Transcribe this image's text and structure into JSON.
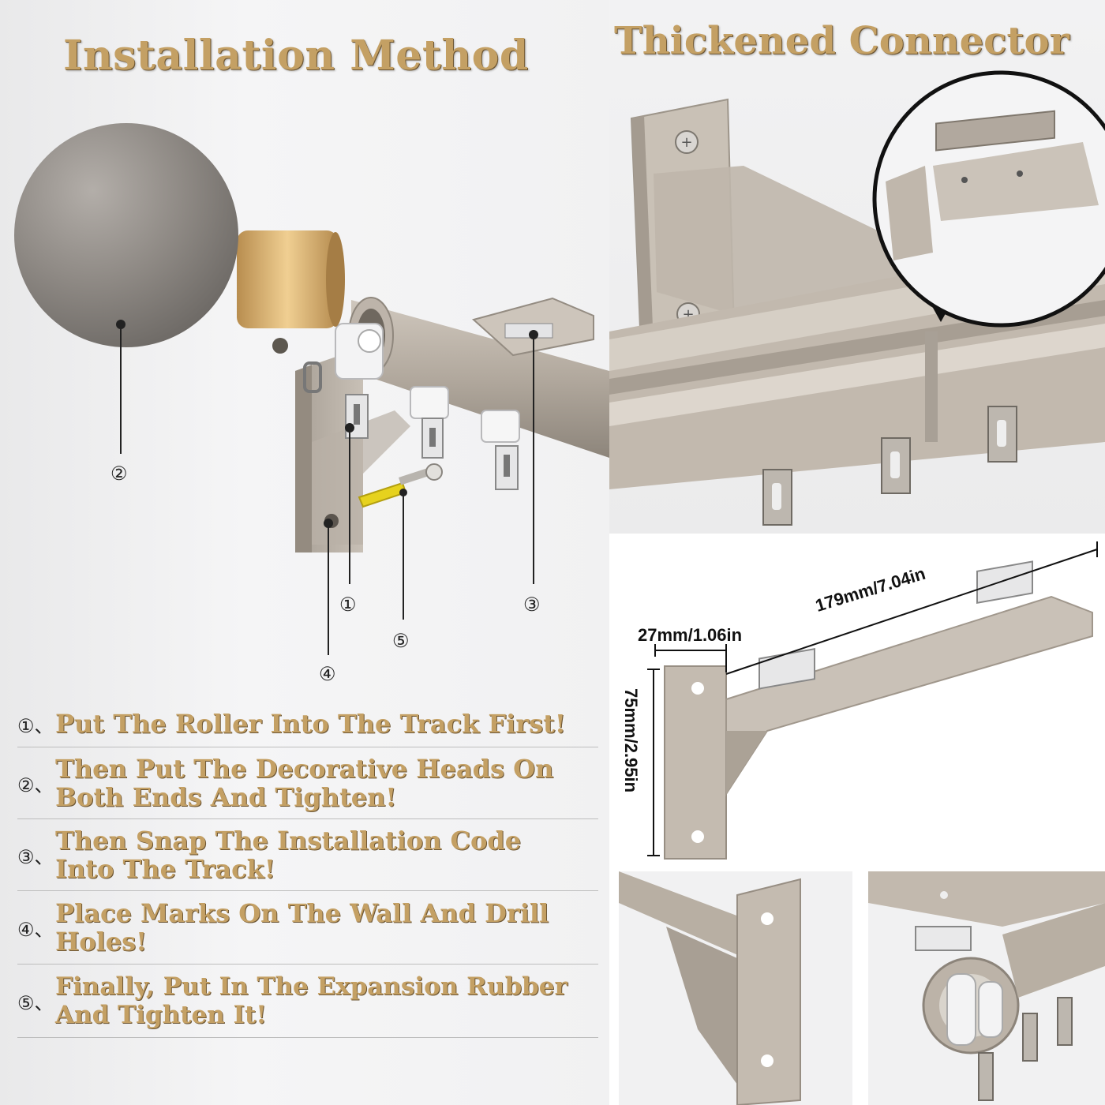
{
  "installation": {
    "title": "Installation Method",
    "callouts": [
      "①",
      "②",
      "③",
      "④",
      "⑤"
    ],
    "steps": [
      {
        "num": "①、",
        "text": "Put The Roller Into The Track First!"
      },
      {
        "num": "②、",
        "text": "Then Put The Decorative Heads On Both Ends And Tighten!"
      },
      {
        "num": "③、",
        "text": "Then Snap The Installation Code Into The Track!"
      },
      {
        "num": "④、",
        "text": "Place Marks On The Wall And Drill Holes!"
      },
      {
        "num": "⑤、",
        "text": "Finally, Put In The Expansion Rubber And Tighten It!"
      }
    ]
  },
  "connector": {
    "title": "Thickened  Connector"
  },
  "dimensions": {
    "width": "27mm/1.06in",
    "length": "179mm/7.04in",
    "height": "75mm/2.95in"
  },
  "colors": {
    "gold_text": "#c4a064",
    "metal": "#bcb3a9",
    "finial_gold": "#d6ad6a"
  }
}
